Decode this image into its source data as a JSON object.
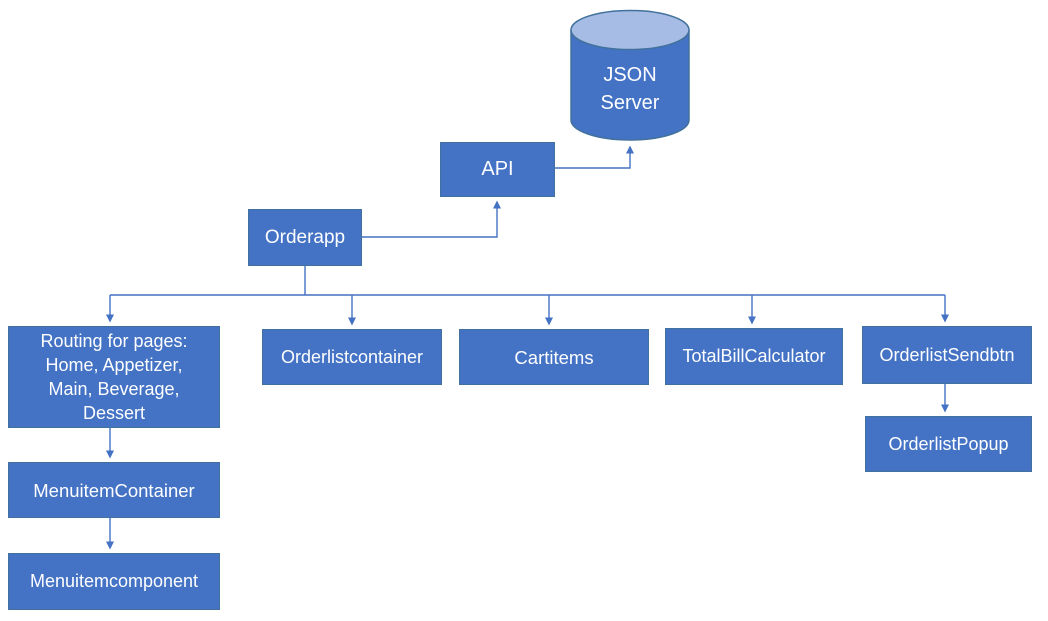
{
  "diagram": {
    "colors": {
      "node_fill": "#4472c4",
      "node_border": "#41719c",
      "cylinder_top_fill": "#a6bce4",
      "connector": "#4472c4",
      "label_text": "#fdfeff",
      "background": "#ffffff"
    },
    "nodes": {
      "json_server": {
        "shape": "cylinder",
        "lines": [
          "JSON",
          "Server"
        ]
      },
      "api": {
        "label": "API"
      },
      "orderapp": {
        "label": "Orderapp"
      },
      "routing_pages": {
        "lines": [
          "Routing for pages:",
          "Home, Appetizer,",
          "Main, Beverage,",
          "Dessert"
        ]
      },
      "orderlistcontainer": {
        "label": "Orderlistcontainer"
      },
      "cartitems": {
        "label": "Cartitems"
      },
      "totalbillcalculator": {
        "label": "TotalBillCalculator"
      },
      "orderlistsendbtn": {
        "label": "OrderlistSendbtn"
      },
      "orderlistpopup": {
        "label": "OrderlistPopup"
      },
      "menuitemcontainer": {
        "label": "MenuitemContainer"
      },
      "menuitemcomponent": {
        "label": "Menuitemcomponent"
      }
    },
    "edges": [
      {
        "from": "api",
        "to": "json_server",
        "arrow_at": "json_server"
      },
      {
        "from": "orderapp",
        "to": "api",
        "arrow_at": "api"
      },
      {
        "from": "orderapp",
        "to": "routing_pages",
        "arrow_at": "routing_pages"
      },
      {
        "from": "orderapp",
        "to": "orderlistcontainer",
        "arrow_at": "orderlistcontainer"
      },
      {
        "from": "orderapp",
        "to": "cartitems",
        "arrow_at": "cartitems"
      },
      {
        "from": "orderapp",
        "to": "totalbillcalculator",
        "arrow_at": "totalbillcalculator"
      },
      {
        "from": "orderapp",
        "to": "orderlistsendbtn",
        "arrow_at": "orderlistsendbtn"
      },
      {
        "from": "routing_pages",
        "to": "menuitemcontainer",
        "arrow_at": "menuitemcontainer"
      },
      {
        "from": "menuitemcontainer",
        "to": "menuitemcomponent",
        "arrow_at": "menuitemcomponent"
      },
      {
        "from": "orderlistsendbtn",
        "to": "orderlistpopup",
        "arrow_at": "orderlistpopup"
      }
    ]
  }
}
